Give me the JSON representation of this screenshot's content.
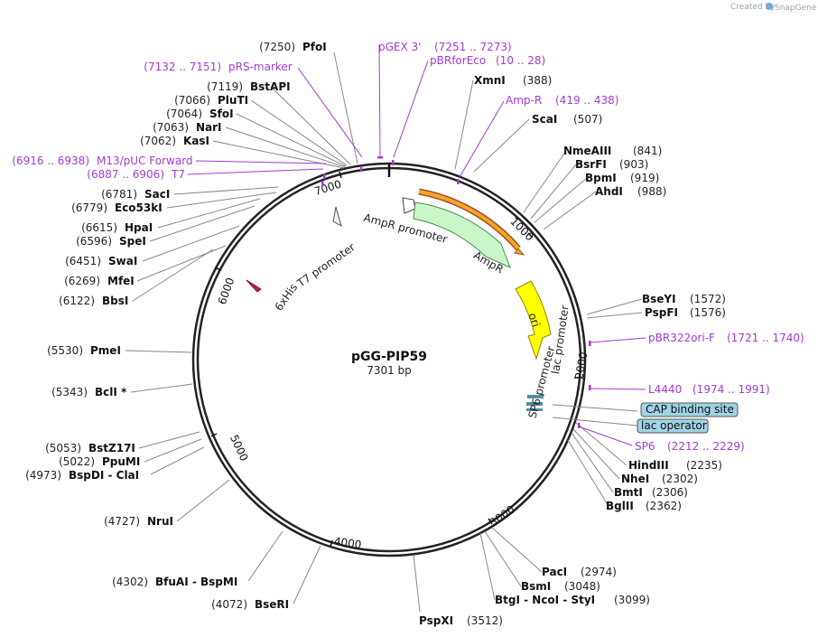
{
  "credit": {
    "text": "Created by",
    "brand": "SnapGene"
  },
  "plasmid": {
    "name": "pGG-PIP59",
    "length_label": "7301 bp"
  },
  "ticks": [
    "1000",
    "2000",
    "3000",
    "4000",
    "5000",
    "6000",
    "7000"
  ],
  "enzymes": [
    {
      "name": "PfoI",
      "pos": "(7250)"
    },
    {
      "name": "BstAPI",
      "pos": "(7119)"
    },
    {
      "name": "PluTI",
      "pos": "(7066)"
    },
    {
      "name": "SfoI",
      "pos": "(7064)"
    },
    {
      "name": "NarI",
      "pos": "(7063)"
    },
    {
      "name": "KasI",
      "pos": "(7062)"
    },
    {
      "name": "SacI",
      "pos": "(6781)"
    },
    {
      "name": "Eco53kI",
      "pos": "(6779)"
    },
    {
      "name": "HpaI",
      "pos": "(6615)"
    },
    {
      "name": "SpeI",
      "pos": "(6596)"
    },
    {
      "name": "SwaI",
      "pos": "(6451)"
    },
    {
      "name": "MfeI",
      "pos": "(6269)"
    },
    {
      "name": "BbsI",
      "pos": "(6122)"
    },
    {
      "name": "PmeI",
      "pos": "(5530)"
    },
    {
      "name": "BclI *",
      "pos": "(5343)"
    },
    {
      "name": "BstZ17I",
      "pos": "(5053)"
    },
    {
      "name": "PpuMI",
      "pos": "(5022)"
    },
    {
      "name": "BspDI  - ClaI",
      "pos": "(4973)"
    },
    {
      "name": "NruI",
      "pos": "(4727)"
    },
    {
      "name": "BfuAI  - BspMI",
      "pos": "(4302)"
    },
    {
      "name": "BseRI",
      "pos": "(4072)"
    },
    {
      "name": "PspXI",
      "pos": "(3512)"
    },
    {
      "name": "BtgI  - NcoI  - StyI",
      "pos": "(3099)"
    },
    {
      "name": "BsmI",
      "pos": "(3048)"
    },
    {
      "name": "PacI",
      "pos": "(2974)"
    },
    {
      "name": "BglII",
      "pos": "(2362)"
    },
    {
      "name": "BmtI",
      "pos": "(2306)"
    },
    {
      "name": "NheI",
      "pos": "(2302)"
    },
    {
      "name": "HindIII",
      "pos": "(2235)"
    },
    {
      "name": "PspFI",
      "pos": "(1576)"
    },
    {
      "name": "BseYI",
      "pos": "(1572)"
    },
    {
      "name": "AhdI",
      "pos": "(988)"
    },
    {
      "name": "BpmI",
      "pos": "(919)"
    },
    {
      "name": "BsrFI",
      "pos": "(903)"
    },
    {
      "name": "NmeAIII",
      "pos": "(841)"
    },
    {
      "name": "ScaI",
      "pos": "(507)"
    },
    {
      "name": "XmnI",
      "pos": "(388)"
    }
  ],
  "primers": [
    {
      "name": "pGEX 3'",
      "range": "(7251 .. 7273)"
    },
    {
      "name": "pBRforEco",
      "range": "(10 .. 28)"
    },
    {
      "name": "pRS-marker",
      "range": "(7132 .. 7151)"
    },
    {
      "name": "Amp-R",
      "range": "(419 .. 438)"
    },
    {
      "name": "M13/pUC Forward",
      "range": "(6916 .. 6938)"
    },
    {
      "name": "T7",
      "range": "(6887 .. 6906)"
    },
    {
      "name": "pBR322ori-F",
      "range": "(1721 .. 1740)"
    },
    {
      "name": "L4440",
      "range": "(1974 .. 1991)"
    },
    {
      "name": "SP6",
      "range": "(2212 .. 2229)"
    }
  ],
  "features": [
    {
      "name": "AmpR promoter"
    },
    {
      "name": "AmpR"
    },
    {
      "name": "ori"
    },
    {
      "name": "lac promoter"
    },
    {
      "name": "SP6 promoter"
    },
    {
      "name": "T7 promoter"
    },
    {
      "name": "6xHis"
    }
  ],
  "boxed_features": [
    {
      "name": "CAP binding site"
    },
    {
      "name": "lac operator"
    }
  ],
  "colors": {
    "primer": "#a33bd3",
    "ampr": "#c9f7c9",
    "ori": "#ffff00",
    "primer_bar": "#f5a623",
    "box_fill": "#9fd3e6",
    "backbone": "#222222"
  }
}
